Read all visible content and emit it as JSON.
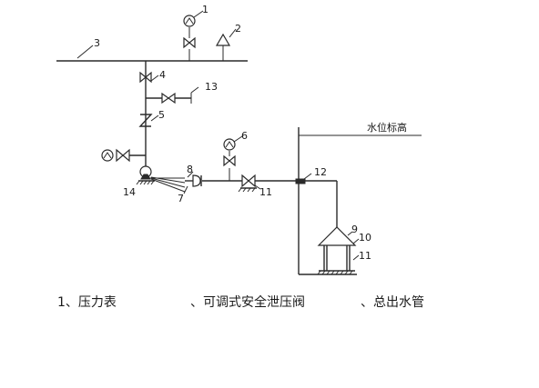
{
  "callouts": [
    "1",
    "2",
    "3",
    "4",
    "13",
    "5",
    "6",
    "12",
    "8",
    "14",
    "7",
    "11",
    "9",
    "10",
    "11"
  ],
  "water_level_label": "水位标高",
  "legend": {
    "item_1": "1、压力表",
    "item_2": "、可调式安全泄压阀",
    "item_3": "、总出水管"
  }
}
